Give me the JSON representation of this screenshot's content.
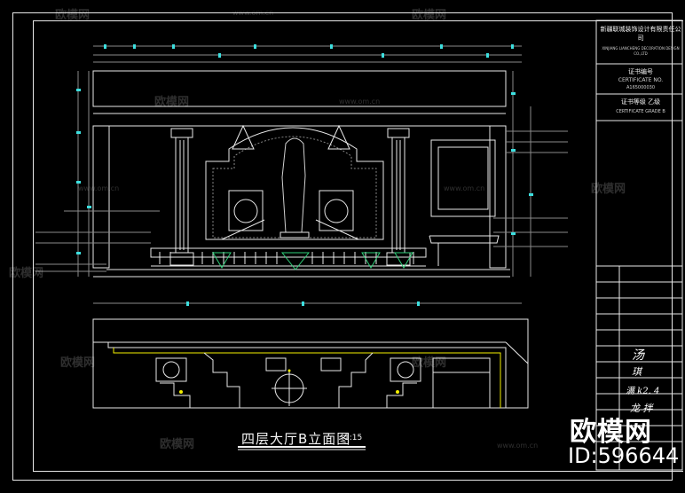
{
  "drawing": {
    "title": "四层大厅B立面图",
    "scale": "1:15"
  },
  "title_block": {
    "company_cn": "新疆联城装饰设计有限责任公司",
    "company_en": "XINJIANG LIANCHENG DECORATION DESIGN CO.,LTD",
    "certificate_label_cn": "证书编号",
    "certificate_label_en": "CERTIFICATE NO.",
    "certificate_no": "A165000030",
    "grade_cn": "证书等级 乙级",
    "grade_en": "CERTIFICATE GRADE B",
    "sign_1": "汤",
    "sign_2": "琪",
    "sign_3": "满 k2. 4",
    "sign_4": "龙 拌"
  },
  "watermark": {
    "brand": "欧模网",
    "url": "www.om.cn",
    "id_label": "ID:596644"
  },
  "colors": {
    "line": "#e9e9e9",
    "cyan": "#3de0e0",
    "green": "#2fd07a",
    "yellow": "#f4f000",
    "grey": "#8a8a8a"
  }
}
